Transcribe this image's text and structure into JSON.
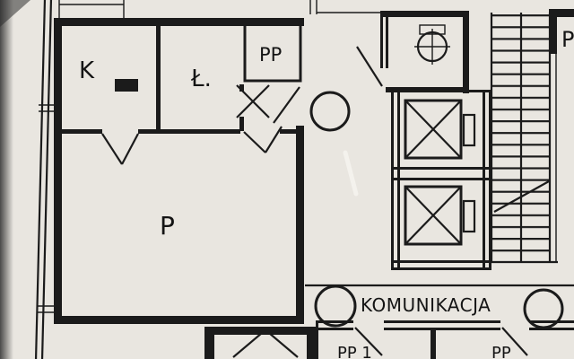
{
  "colors": {
    "paper": "#e9e6e0",
    "ink": "#1b1b1b"
  },
  "plan": {
    "kitchen_label": "K",
    "bathroom_label": "Ł.",
    "storage_label": "PP",
    "main_room_label": "P",
    "corridor_label": "KOMUNIKACJA",
    "adjacent_room_label": "P",
    "lower_room_label_1": "PP 1",
    "lower_room_label_2": "PP"
  }
}
